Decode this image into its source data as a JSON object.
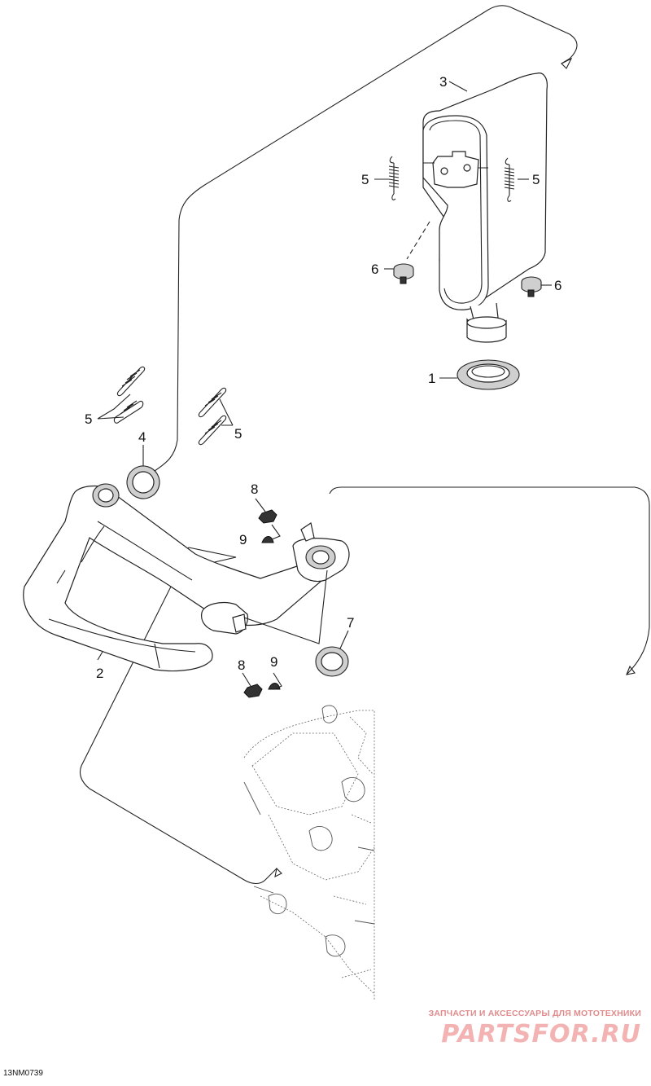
{
  "diagram": {
    "callouts": {
      "c1": "1",
      "c2": "2",
      "c3": "3",
      "c4": "4",
      "c5a": "5",
      "c5b": "5",
      "c5c": "5",
      "c5d": "5",
      "c6a": "6",
      "c6b": "6",
      "c7": "7",
      "c8a": "8",
      "c8b": "8",
      "c9a": "9",
      "c9b": "9"
    },
    "drawing_code": "13NM0739"
  },
  "watermark": {
    "line1": "ЗАПЧАСТИ И АКСЕССУАРЫ ДЛЯ МОТОТЕХНИКИ",
    "line2": "PARTSFOR.RU"
  }
}
